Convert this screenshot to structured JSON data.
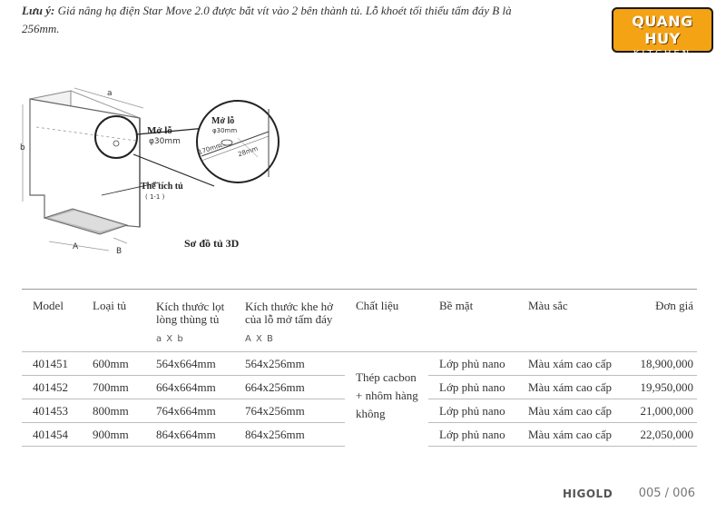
{
  "note": {
    "label": "Lưu ý:",
    "text": " Giá nâng hạ điện Star Move 2.0 được bắt vít vào 2 bên thành tủ. Lỗ khoét tối thiểu tấm đáy B là 256mm."
  },
  "logo": {
    "line1": "QUANG HUY",
    "line2": "KITCHEN",
    "bg_color": "#f4a315"
  },
  "diagram": {
    "dim_a": "a",
    "dim_b": "b",
    "dim_A": "A",
    "dim_B": "B",
    "hole_label": "Mở lỗ",
    "hole_size": "φ30mm",
    "volume_label": "Thể tích tủ",
    "volume_sub": "( 1-1 )",
    "title": "Sơ đồ tủ 3D",
    "detail_hole_label": "Mở lỗ",
    "detail_hole_size": "φ30mm",
    "detail_dim_1": "170mm",
    "detail_dim_2": "28mm"
  },
  "table": {
    "headers": {
      "model": "Model",
      "type": "Loại tủ",
      "inner": "Kích thước lọt lòng thùng tủ",
      "inner_sub": "a X b",
      "slot": "Kích thước khe hở của lỗ mở tấm đáy",
      "slot_sub": "A X B",
      "material": "Chất liệu",
      "surface": "Bề mặt",
      "color": "Màu sắc",
      "price": "Đơn giá"
    },
    "material": "Thép cacbon + nhôm hàng không",
    "rows": [
      {
        "model": "401451",
        "type": "600mm",
        "inner": "564x664mm",
        "slot": "564x256mm",
        "surface": "Lớp phủ nano",
        "color": "Màu xám cao cấp",
        "price": "18,900,000"
      },
      {
        "model": "401452",
        "type": "700mm",
        "inner": "664x664mm",
        "slot": "664x256mm",
        "surface": "Lớp phủ nano",
        "color": "Màu xám cao cấp",
        "price": "19,950,000"
      },
      {
        "model": "401453",
        "type": "800mm",
        "inner": "764x664mm",
        "slot": "764x256mm",
        "surface": "Lớp phủ nano",
        "color": "Màu xám cao cấp",
        "price": "21,000,000"
      },
      {
        "model": "401454",
        "type": "900mm",
        "inner": "864x664mm",
        "slot": "864x256mm",
        "surface": "Lớp phủ nano",
        "color": "Màu xám cao cấp",
        "price": "22,050,000"
      }
    ]
  },
  "footer": {
    "brand": "HIGOLD",
    "pages": "005 / 006"
  }
}
